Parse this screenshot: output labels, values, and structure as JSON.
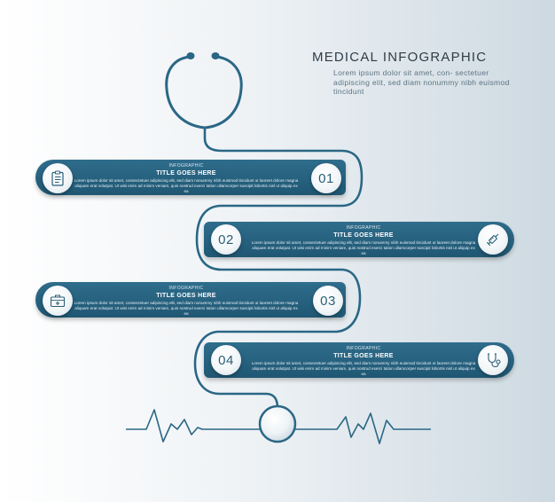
{
  "header": {
    "title": "MEDICAL INFOGRAPHIC",
    "description": "Lorem ipsum dolor sit amet, con- sectetuer adipiscing elit, sed diam nonummy nibh euismod tincidunt"
  },
  "colors": {
    "bar": "#245f7c",
    "line": "#2a6785",
    "disc": "#f2f6f8",
    "number": "#2a5f79"
  },
  "steps": [
    {
      "number": "01",
      "small_label": "INFOGRAPHIC",
      "title": "TITLE GOES HERE",
      "body": "Lorem ipsum dolor sit amet, consectetuer adipiscing elit, sed diam nonummy nibh euismod tincidunt ut laoreet dolore magna aliquam erat volutpat. Ut wisi enim ad minim veniam, quis nostrud exerci tation ullamcorper suscipit lobortis nisl ut aliquip ex ea",
      "icon": "clipboard-icon"
    },
    {
      "number": "02",
      "small_label": "INFOGRAPHIC",
      "title": "TITLE GOES HERE",
      "body": "Lorem ipsum dolor sit amet, consectetuer adipiscing elit, sed diam nonummy nibh euismod tincidunt ut laoreet dolore magna aliquam erat volutpat. Ut wisi enim ad minim veniam, quis nostrud exerci tation ullamcorper suscipit lobortis nisl ut aliquip ex ea",
      "icon": "syringe-icon"
    },
    {
      "number": "03",
      "small_label": "INFOGRAPHIC",
      "title": "TITLE GOES HERE",
      "body": "Lorem ipsum dolor sit amet, consectetuer adipiscing elit, sed diam nonummy nibh euismod tincidunt ut laoreet dolore magna aliquam erat volutpat. Ut wisi enim ad minim veniam, quis nostrud exerci tation ullamcorper suscipit lobortis nisl ut aliquip ex ea",
      "icon": "medical-kit-icon"
    },
    {
      "number": "04",
      "small_label": "INFOGRAPHIC",
      "title": "TITLE GOES HERE",
      "body": "Lorem ipsum dolor sit amet, consectetuer adipiscing elit, sed diam nonummy nibh euismod tincidunt ut laoreet dolore magna aliquam erat volutpat. Ut wisi enim ad minim veniam, quis nostrud exerci tation ullamcorper suscipit lobortis nisl ut aliquip ex ea",
      "icon": "stethoscope-icon"
    }
  ]
}
